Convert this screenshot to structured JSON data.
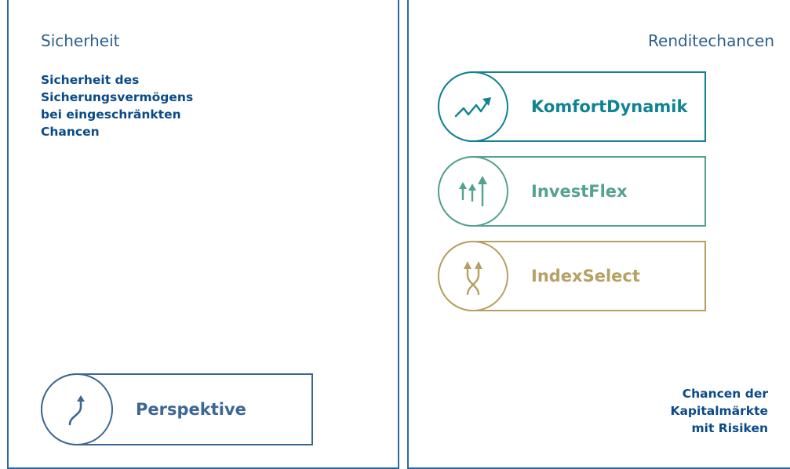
{
  "left_panel": {
    "title": "Sicherheit",
    "description_lines": [
      "Sicherheit des",
      "Sicherungsvermögens",
      "bei eingeschränkten",
      "Chancen"
    ],
    "products": [
      {
        "name": "Perspektive",
        "icon": "curved-arrow-up-icon",
        "color": "#3c6694"
      }
    ]
  },
  "right_panel": {
    "title": "Renditechancen",
    "products": [
      {
        "name": "KomfortDynamik",
        "icon": "zigzag-trend-up-icon",
        "color": "#0f8391"
      },
      {
        "name": "InvestFlex",
        "icon": "three-arrows-up-icon",
        "color": "#55a18f"
      },
      {
        "name": "IndexSelect",
        "icon": "crossing-arrows-up-icon",
        "color": "#b6a064"
      }
    ],
    "description_lines": [
      "Chancen der",
      "Kapitalmärkte",
      "mit Risiken"
    ]
  },
  "colors": {
    "panel_border": "#2b6aa0",
    "title_text": "#2b5f8a",
    "description_text": "#0a4a88"
  }
}
